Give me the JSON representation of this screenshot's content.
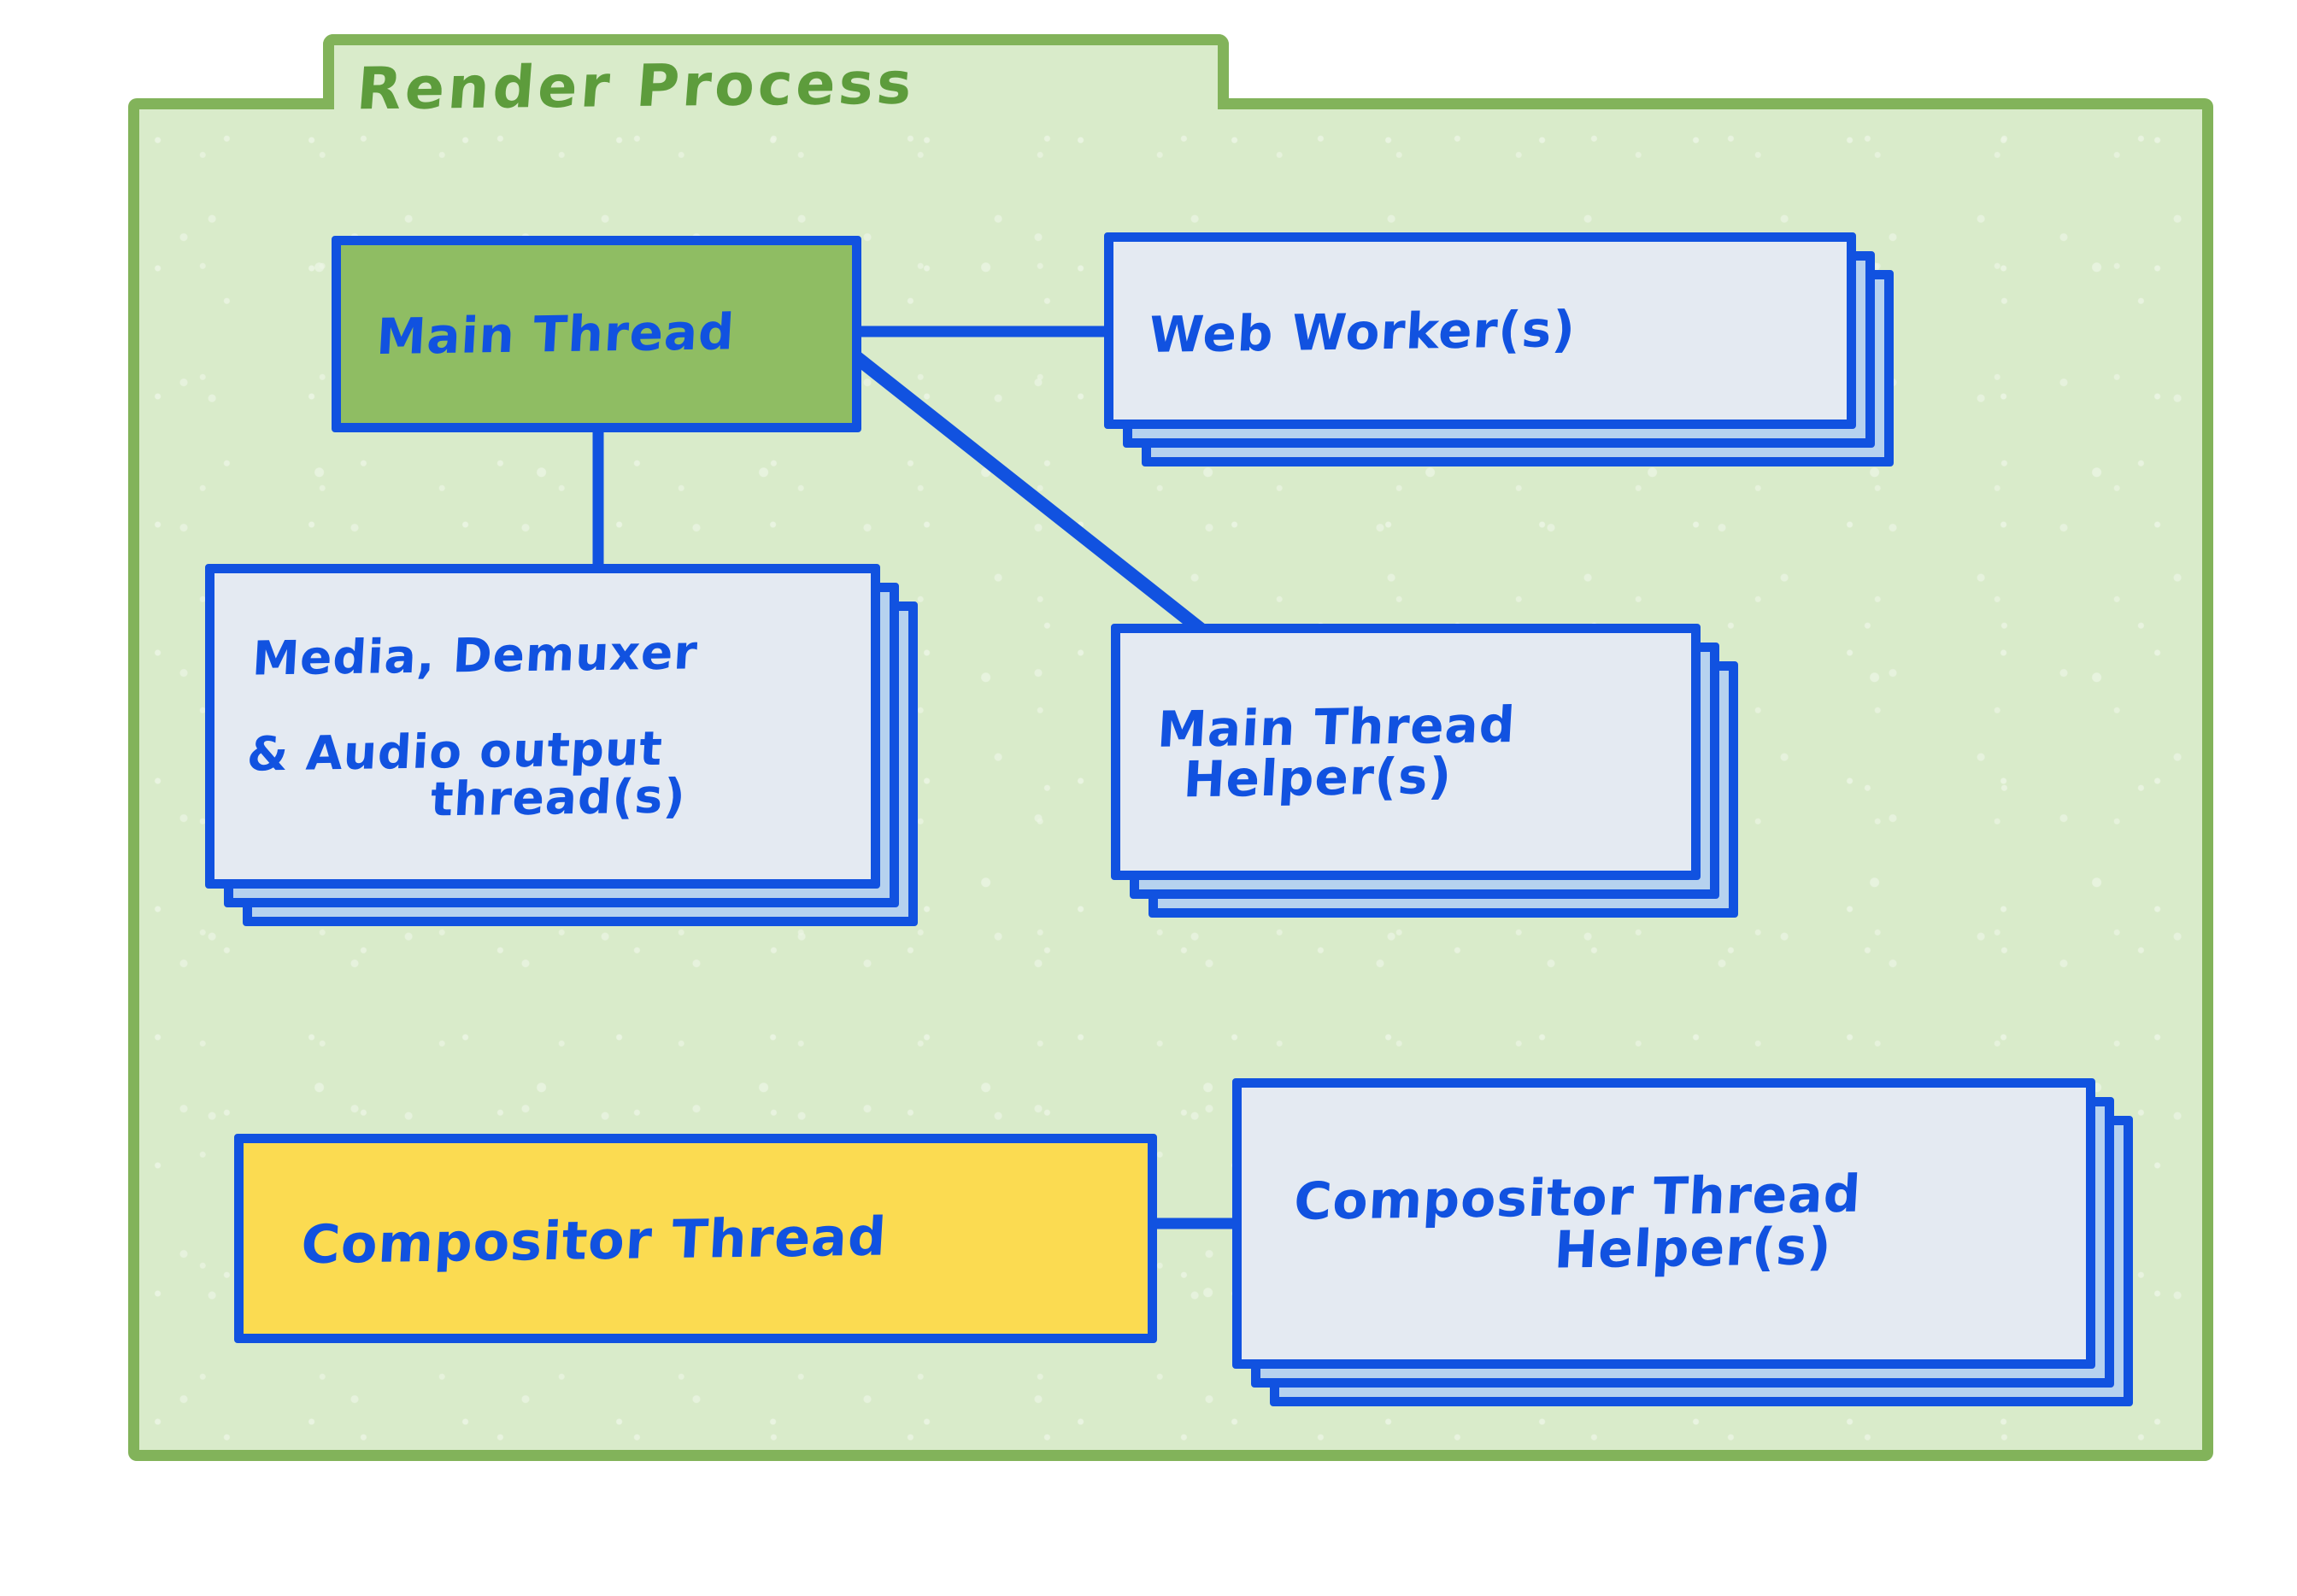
{
  "diagram": {
    "title": "Render Process",
    "colors": {
      "container_fill": "#d9ebca",
      "container_border": "#82b35a",
      "title_text": "#5d9c3c",
      "node_border": "#1152e0",
      "node_text": "#1152e0",
      "card_front_fill": "#e4eaf2",
      "card_back_fill": "#b6d2ef",
      "main_thread_fill": "#8fbd63",
      "compositor_thread_fill": "#fbdb51"
    },
    "nodes": {
      "main_thread": {
        "label": "Main Thread",
        "stacked": false,
        "fill": "#8fbd63"
      },
      "web_worker": {
        "label": "Web Worker(s)",
        "stacked": true,
        "stack_count": 3,
        "fill": "#e4eaf2"
      },
      "media_thread": {
        "label_line1": "Media, Demuxer",
        "label_line2": "& Audio output",
        "label_line3": "thread(s)",
        "stacked": true,
        "stack_count": 3,
        "fill": "#e4eaf2"
      },
      "main_thread_helper": {
        "label_line1": "Main Thread",
        "label_line2": "Helper(s)",
        "stacked": true,
        "stack_count": 3,
        "fill": "#e4eaf2"
      },
      "compositor_thread": {
        "label": "Compositor Thread",
        "stacked": false,
        "fill": "#fbdb51"
      },
      "compositor_helper": {
        "label_line1": "Compositor Thread",
        "label_line2": "Helper(s)",
        "stacked": true,
        "stack_count": 3,
        "fill": "#e4eaf2"
      }
    },
    "connections": [
      {
        "from": "main_thread",
        "to": "web_worker",
        "style": "horizontal"
      },
      {
        "from": "main_thread",
        "to": "main_thread_helper",
        "style": "diagonal"
      },
      {
        "from": "main_thread",
        "to": "media_thread",
        "style": "vertical"
      },
      {
        "from": "compositor_thread",
        "to": "compositor_helper",
        "style": "horizontal"
      }
    ]
  }
}
